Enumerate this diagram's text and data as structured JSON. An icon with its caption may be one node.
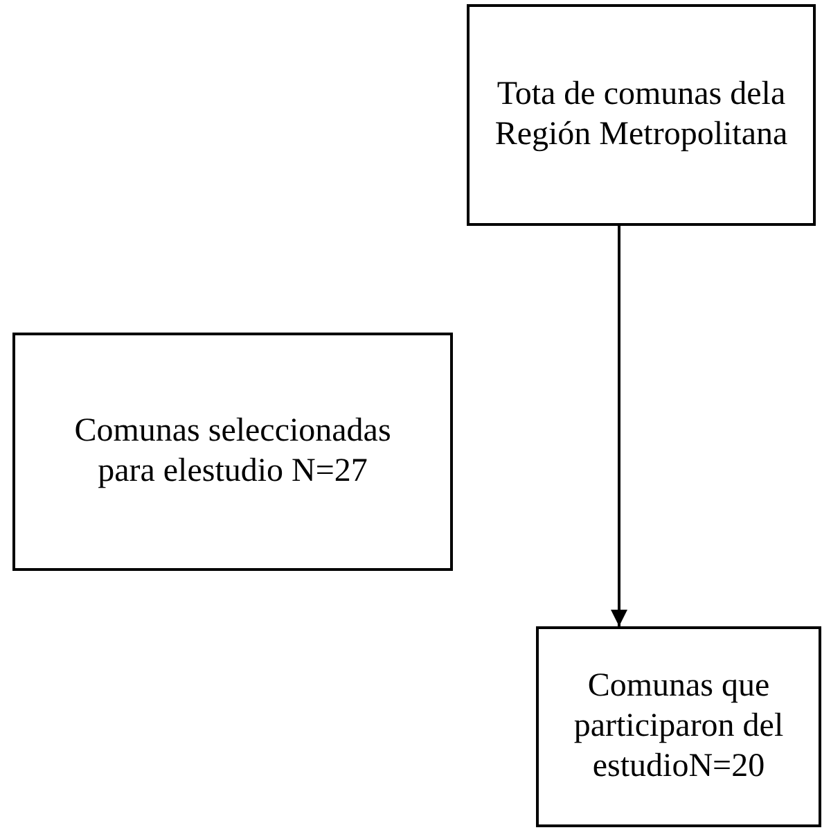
{
  "diagram": {
    "nodes": [
      {
        "text": [
          "Tota de comunas dela Región Metropolitana"
        ]
      },
      {
        "text": [
          "Comunas seleccionadas para elestudio N=27"
        ]
      },
      {
        "text": [
          "Comunas que participaron del estudioN=20"
        ]
      }
    ],
    "edges": [
      {
        "from": 0,
        "to": 2,
        "arrow": "to"
      }
    ]
  }
}
